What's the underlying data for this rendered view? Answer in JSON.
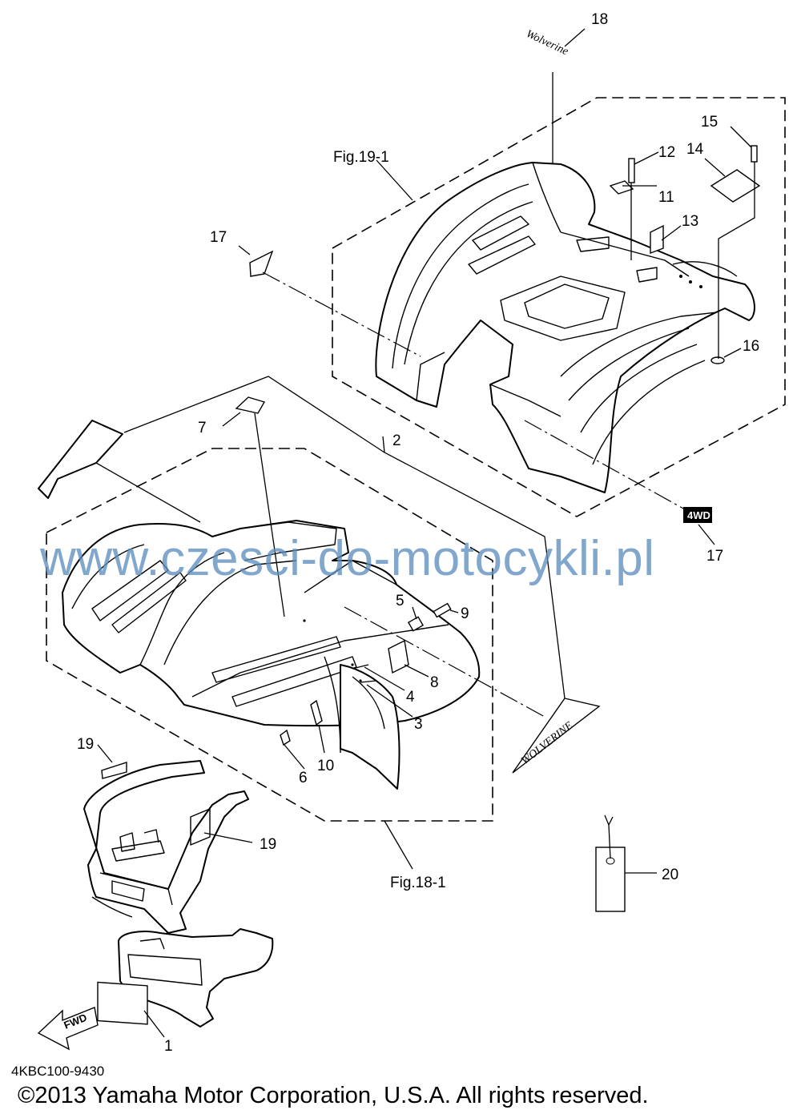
{
  "diagram": {
    "callouts": {
      "c1": "1",
      "c2": "2",
      "c3": "3",
      "c4": "4",
      "c5": "5",
      "c6": "6",
      "c7": "7",
      "c8": "8",
      "c9": "9",
      "c10": "10",
      "c11": "11",
      "c12": "12",
      "c13": "13",
      "c14": "14",
      "c15": "15",
      "c16": "16",
      "c17a": "17",
      "c17b": "17",
      "c18": "18",
      "c19a": "19",
      "c19b": "19",
      "c20": "20"
    },
    "fig_refs": {
      "rear": "Fig.19-1",
      "front": "Fig.18-1"
    },
    "decals": {
      "fwd": "FWD",
      "wolverine_front": "WOLVERINE",
      "wolverine_rear": "Wolverine",
      "tag17": "4WD"
    }
  },
  "watermark": "www.czesci-do-motocykli.pl",
  "part_code": "4KBC100-9430",
  "copyright": "©2013 Yamaha Motor Corporation, U.S.A. All rights reserved."
}
